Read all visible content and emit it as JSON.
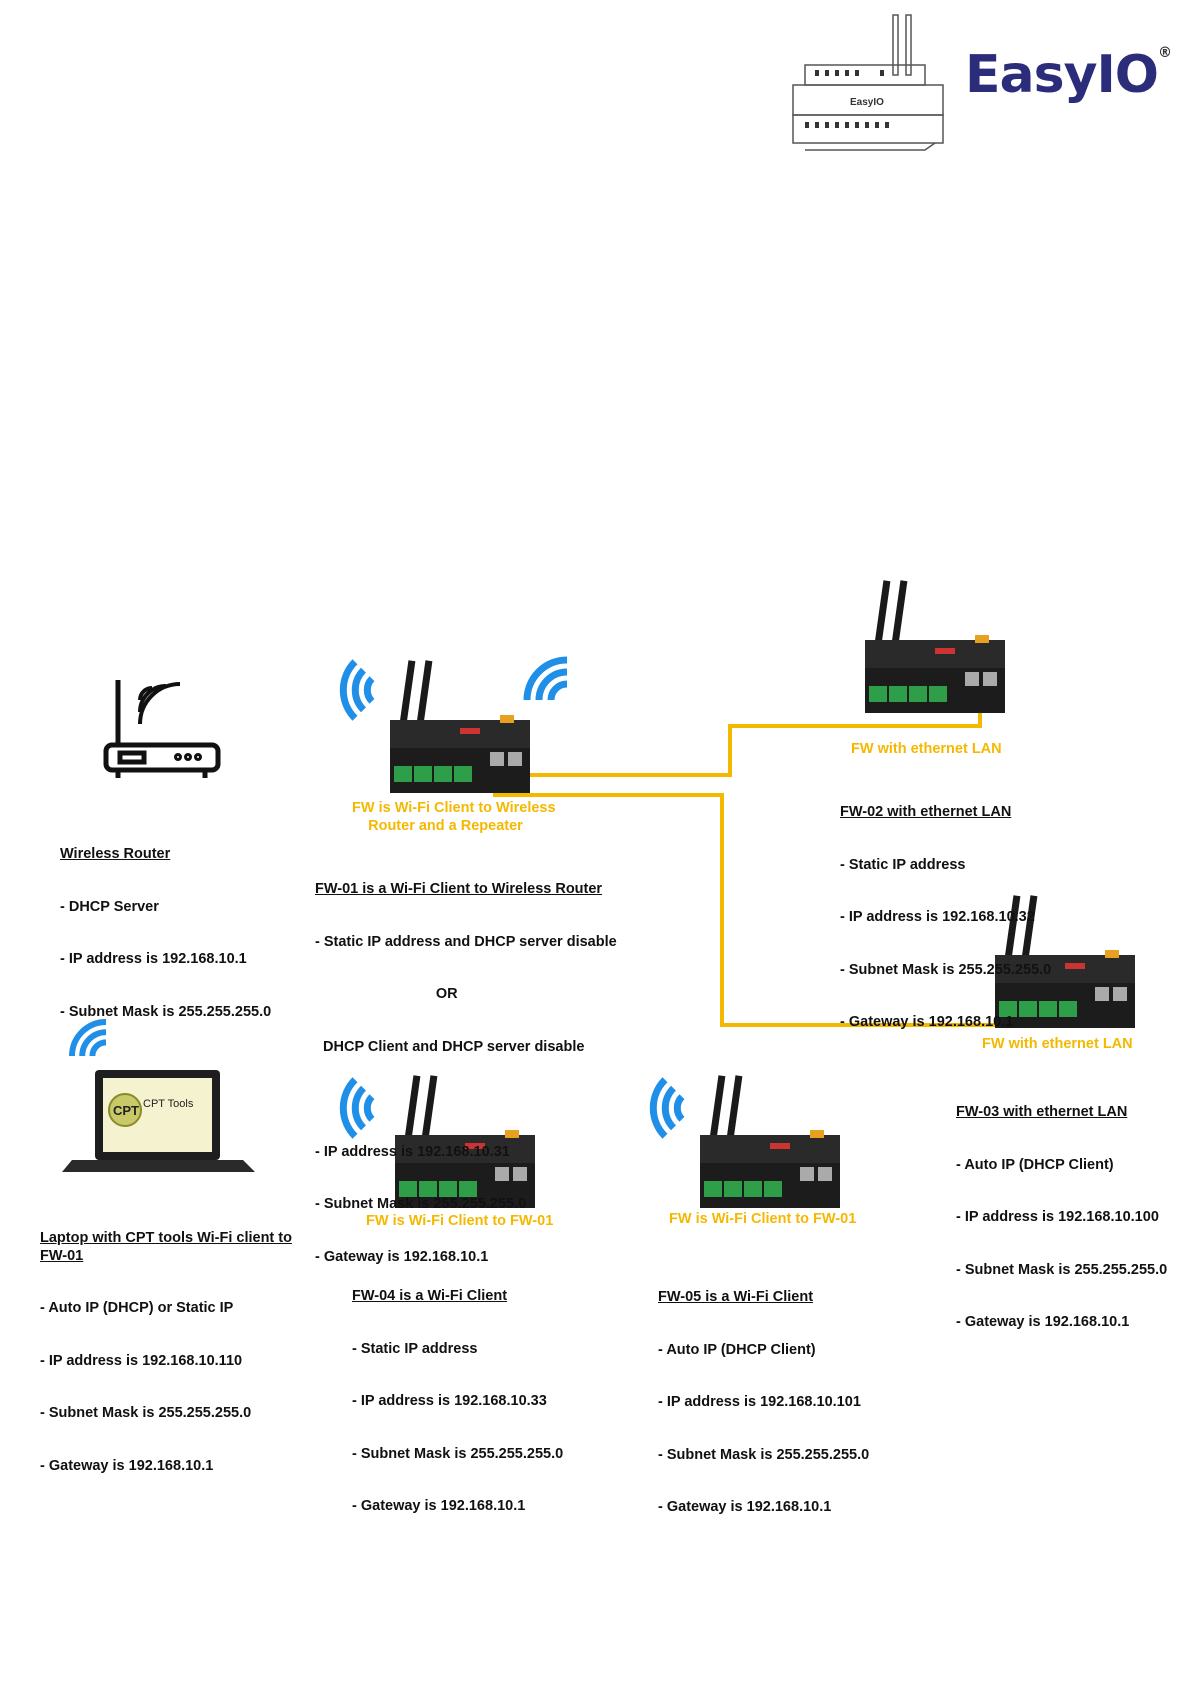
{
  "brand": {
    "name": "EasyIO",
    "reg": "®",
    "color": "#2b2d7a",
    "accent": "#e11d2a"
  },
  "colors": {
    "lan_cable": "#f5b800",
    "wifi": "#1f8fe8",
    "device_body": "#1c1c1c",
    "terminals": "#2e9e48"
  },
  "laptop_screen": {
    "logo": "CPT",
    "label": "CPT Tools"
  },
  "nodes": {
    "router": {
      "title": "Wireless Router",
      "lines": [
        "- DHCP Server",
        "- IP address is 192.168.10.1",
        "- Subnet Mask is 255.255.255.0"
      ]
    },
    "fw01": {
      "caption": "FW is Wi-Fi Client to Wireless\n    Router and a Repeater",
      "title": "FW-01 is a Wi-Fi Client to Wireless Router",
      "lines": [
        "- Static IP address and DHCP server disable",
        "                              OR",
        "  DHCP Client and DHCP server disable",
        "",
        "- IP address is 192.168.10.31",
        "- Subnet Mask is 255.255.255.0",
        "- Gateway is 192.168.10.1"
      ]
    },
    "fw02": {
      "caption": "FW with ethernet LAN",
      "title": "FW-02 with ethernet LAN",
      "lines": [
        "- Static IP address",
        "- IP address is 192.168.10.32",
        "- Subnet Mask is 255.255.255.0",
        "- Gateway is 192.168.10.1"
      ]
    },
    "fw03": {
      "caption": "FW with ethernet LAN",
      "title": "FW-03 with ethernet LAN",
      "lines": [
        "- Auto IP (DHCP Client)",
        "- IP address is 192.168.10.100",
        "- Subnet Mask is 255.255.255.0",
        "- Gateway is 192.168.10.1"
      ]
    },
    "laptop": {
      "title": "Laptop with CPT tools Wi-Fi client to\nFW-01",
      "lines": [
        "- Auto IP (DHCP) or Static IP",
        "- IP address is 192.168.10.110",
        "- Subnet Mask is 255.255.255.0",
        "- Gateway is 192.168.10.1"
      ]
    },
    "fw04": {
      "caption": "FW is Wi-Fi Client to FW-01",
      "title": "FW-04 is a Wi-Fi Client",
      "lines": [
        "- Static IP address",
        "- IP address is 192.168.10.33",
        "- Subnet Mask is 255.255.255.0",
        "- Gateway is 192.168.10.1"
      ]
    },
    "fw05": {
      "caption": "FW is Wi-Fi Client to FW-01",
      "title": "FW-05 is a Wi-Fi Client",
      "lines": [
        "- Auto IP (DHCP Client)",
        "- IP address is 192.168.10.101",
        "- Subnet Mask is 255.255.255.0",
        "- Gateway is 192.168.10.1"
      ]
    }
  }
}
